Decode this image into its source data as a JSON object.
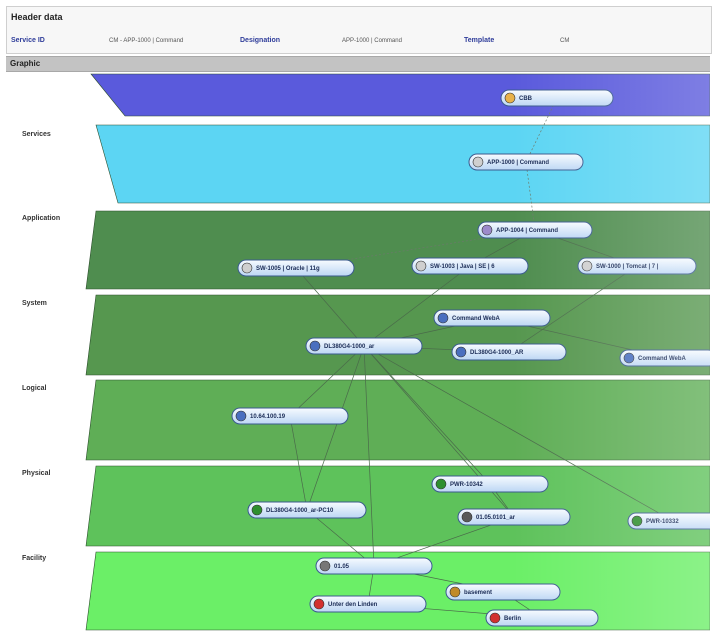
{
  "header": {
    "title": "Header data",
    "service_id_label": "Service ID",
    "service_id_value": "CM - APP-1000 | Command",
    "designation_label": "Designation",
    "designation_value": "APP-1000 | Command",
    "template_label": "Template",
    "template_value": "CM"
  },
  "graphic": {
    "title": "Graphic"
  },
  "layers": [
    {
      "id": "top",
      "label": "",
      "color": "#5a5adc"
    },
    {
      "id": "services",
      "label": "Services",
      "color": "#5cd5f3"
    },
    {
      "id": "application",
      "label": "Application",
      "color": "#4f8d4f"
    },
    {
      "id": "system",
      "label": "System",
      "color": "#56974f"
    },
    {
      "id": "logical",
      "label": "Logical",
      "color": "#5fae56"
    },
    {
      "id": "physical",
      "label": "Physical",
      "color": "#5ec25b"
    },
    {
      "id": "facility",
      "label": "Facility",
      "color": "#6bef67"
    }
  ],
  "nodes": [
    {
      "id": "n1",
      "label": "CBB",
      "icon": "service-icon",
      "icon_color": "#e8b24a"
    },
    {
      "id": "n2",
      "label": "APP-1000 | Command",
      "icon": "app-icon",
      "icon_color": "#cfcfcf"
    },
    {
      "id": "n3",
      "label": "APP-1004 | Command",
      "icon": "app-icon",
      "icon_color": "#9c8acb"
    },
    {
      "id": "n4",
      "label": "SW-1005 | Oracle | 11g",
      "icon": "software-icon",
      "icon_color": "#cfcfcf"
    },
    {
      "id": "n5",
      "label": "SW-1003 | Java | SE | 6",
      "icon": "software-icon",
      "icon_color": "#cfcfcf"
    },
    {
      "id": "n6",
      "label": "SW-1000 | Tomcat | 7 |",
      "icon": "software-icon",
      "icon_color": "#cfcfcf"
    },
    {
      "id": "n7",
      "label": "Command WebA",
      "icon": "server-icon",
      "icon_color": "#4a6fbf"
    },
    {
      "id": "n8",
      "label": "DL380G4-1000_ar",
      "icon": "server-icon",
      "icon_color": "#4a6fbf"
    },
    {
      "id": "n9",
      "label": "DL380G4-1000_AR",
      "icon": "server-icon",
      "icon_color": "#4a6fbf"
    },
    {
      "id": "n10",
      "label": "Command WebA",
      "icon": "server-icon",
      "icon_color": "#4a6fbf"
    },
    {
      "id": "n11",
      "label": "10.64.100.19",
      "icon": "network-icon",
      "icon_color": "#4a6fbf"
    },
    {
      "id": "n12",
      "label": "PWR-10342",
      "icon": "power-icon",
      "icon_color": "#2e8f2e"
    },
    {
      "id": "n13",
      "label": "DL380G4-1000_ar-PC10",
      "icon": "hardware-icon",
      "icon_color": "#2e8f2e"
    },
    {
      "id": "n14",
      "label": "01.05.0101_ar",
      "icon": "rack-icon",
      "icon_color": "#5a5a5a"
    },
    {
      "id": "n15",
      "label": "PWR-10332",
      "icon": "power-icon",
      "icon_color": "#2e8f2e"
    },
    {
      "id": "n16",
      "label": "01.05",
      "icon": "room-icon",
      "icon_color": "#777777"
    },
    {
      "id": "n17",
      "label": "basement",
      "icon": "floor-icon",
      "icon_color": "#c08a2a"
    },
    {
      "id": "n18",
      "label": "Unter den Linden",
      "icon": "location-icon",
      "icon_color": "#d23030"
    },
    {
      "id": "n19",
      "label": "Berlin",
      "icon": "location-icon",
      "icon_color": "#d23030"
    }
  ]
}
